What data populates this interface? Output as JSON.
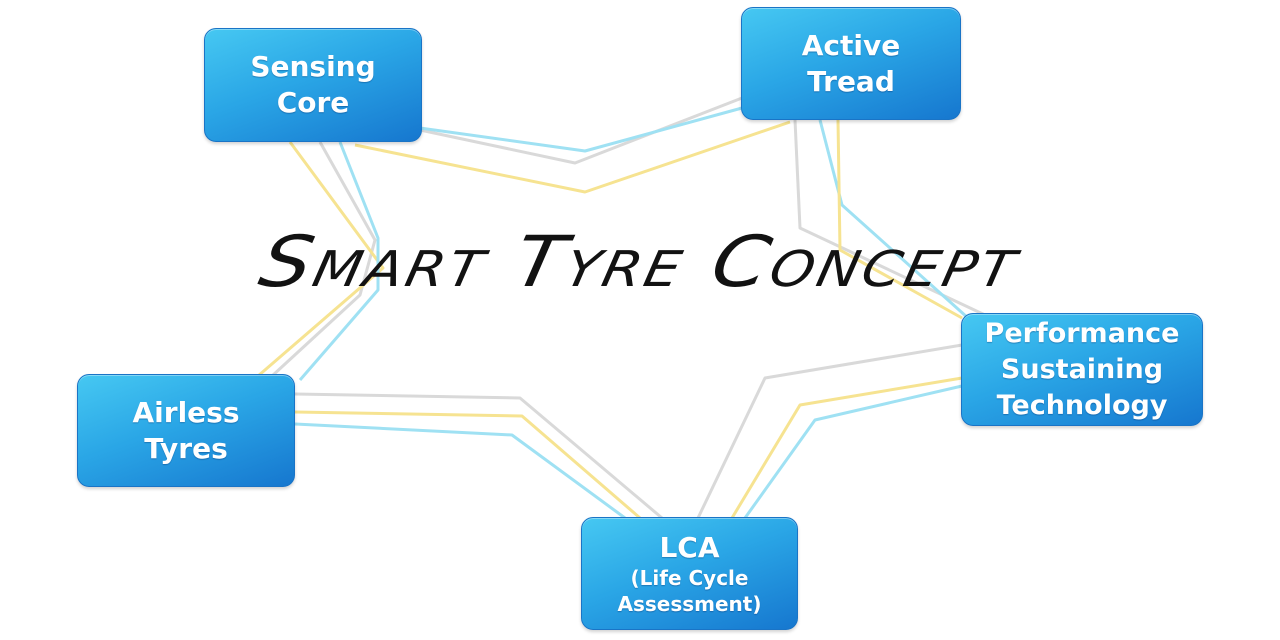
{
  "diagram": {
    "title": "Smart Tyre Concept",
    "nodes": {
      "sensing_core": {
        "line1": "Sensing",
        "line2": "Core"
      },
      "active_tread": {
        "line1": "Active",
        "line2": "Tread"
      },
      "performance": {
        "line1": "Performance",
        "line2": "Sustaining",
        "line3": "Technology"
      },
      "airless": {
        "line1": "Airless",
        "line2": "Tyres"
      },
      "lca": {
        "line1": "LCA",
        "line2": "(Life Cycle",
        "line3": "Assessment)"
      }
    },
    "connections": [
      [
        "Sensing Core",
        "Active Tread"
      ],
      [
        "Active Tread",
        "Performance Sustaining Technology"
      ],
      [
        "Performance Sustaining Technology",
        "LCA (Life Cycle Assessment)"
      ],
      [
        "LCA (Life Cycle Assessment)",
        "Airless Tyres"
      ],
      [
        "Airless Tyres",
        "Sensing Core"
      ]
    ],
    "colors": {
      "node_fill_light": "#46c8f2",
      "node_fill_dark": "#1677cf",
      "link_gray": "#d9d9d9",
      "link_cyan": "#9fe1f3",
      "link_yellow": "#f6e391",
      "title": "#121212"
    }
  }
}
